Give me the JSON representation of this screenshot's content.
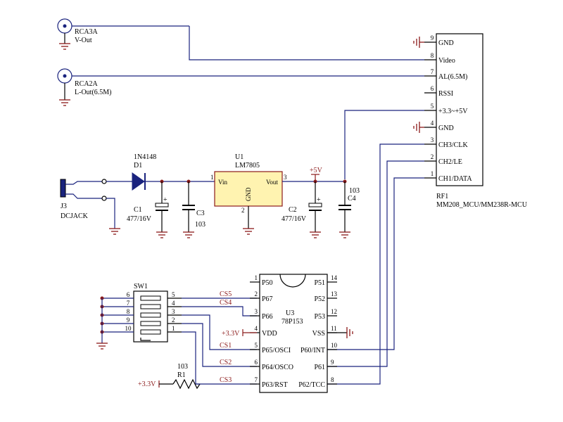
{
  "rca3a": {
    "ref": "RCA3A",
    "value": "V-Out"
  },
  "rca2a": {
    "ref": "RCA2A",
    "value": "L-Out(6.5M)"
  },
  "rf1": {
    "ref": "RF1",
    "part": "MM208_MCU/MM238R-MCU",
    "pins": [
      {
        "num": "9",
        "name": "GND"
      },
      {
        "num": "8",
        "name": "Video"
      },
      {
        "num": "7",
        "name": "AL(6.5M)"
      },
      {
        "num": "6",
        "name": "RSSI"
      },
      {
        "num": "5",
        "name": "+3.3~+5V"
      },
      {
        "num": "4",
        "name": "GND"
      },
      {
        "num": "3",
        "name": "CH3/CLK"
      },
      {
        "num": "2",
        "name": "CH2/LE"
      },
      {
        "num": "1",
        "name": "CH1/DATA"
      }
    ]
  },
  "d1": {
    "ref": "D1",
    "part": "1N4148"
  },
  "u1": {
    "ref": "U1",
    "part": "LM7805",
    "vin": "Vin",
    "vout": "Vout",
    "gnd": "GND",
    "pin1": "1",
    "pin2": "2",
    "pin3": "3"
  },
  "c1": {
    "ref": "C1",
    "value": "477/16V"
  },
  "c2": {
    "ref": "C2",
    "value": "477/16V"
  },
  "c3": {
    "ref": "C3",
    "value": "103"
  },
  "c4": {
    "ref": "C4",
    "value": "103"
  },
  "j3": {
    "ref": "J3",
    "value": "DCJACK"
  },
  "plus5v": "+5V",
  "sw1": {
    "ref": "SW1",
    "left_pins": [
      "6",
      "7",
      "8",
      "9",
      "10"
    ],
    "right_pins": [
      "5",
      "4",
      "3",
      "2",
      "1"
    ]
  },
  "u3": {
    "ref": "U3",
    "part": "78P153",
    "left_pins": [
      {
        "num": "1",
        "name": "P50"
      },
      {
        "num": "2",
        "name": "P67"
      },
      {
        "num": "3",
        "name": "P66"
      },
      {
        "num": "4",
        "name": "VDD"
      },
      {
        "num": "5",
        "name": "P65/OSCI"
      },
      {
        "num": "6",
        "name": "P64/OSCO"
      },
      {
        "num": "7",
        "name": "P63/RST"
      }
    ],
    "right_pins": [
      {
        "num": "14",
        "name": "P51"
      },
      {
        "num": "13",
        "name": "P52"
      },
      {
        "num": "12",
        "name": "P53"
      },
      {
        "num": "11",
        "name": "VSS"
      },
      {
        "num": "10",
        "name": "P60/INT"
      },
      {
        "num": "9",
        "name": "P61"
      },
      {
        "num": "8",
        "name": "P62/TCC"
      }
    ]
  },
  "nets": {
    "cs5": "CS5",
    "cs4": "CS4",
    "cs1": "CS1",
    "cs2": "CS2",
    "cs3": "CS3",
    "vdd_u3": "+3.3V",
    "vdd_r1": "+3.3V"
  },
  "r1": {
    "ref": "R1",
    "value": "103"
  }
}
